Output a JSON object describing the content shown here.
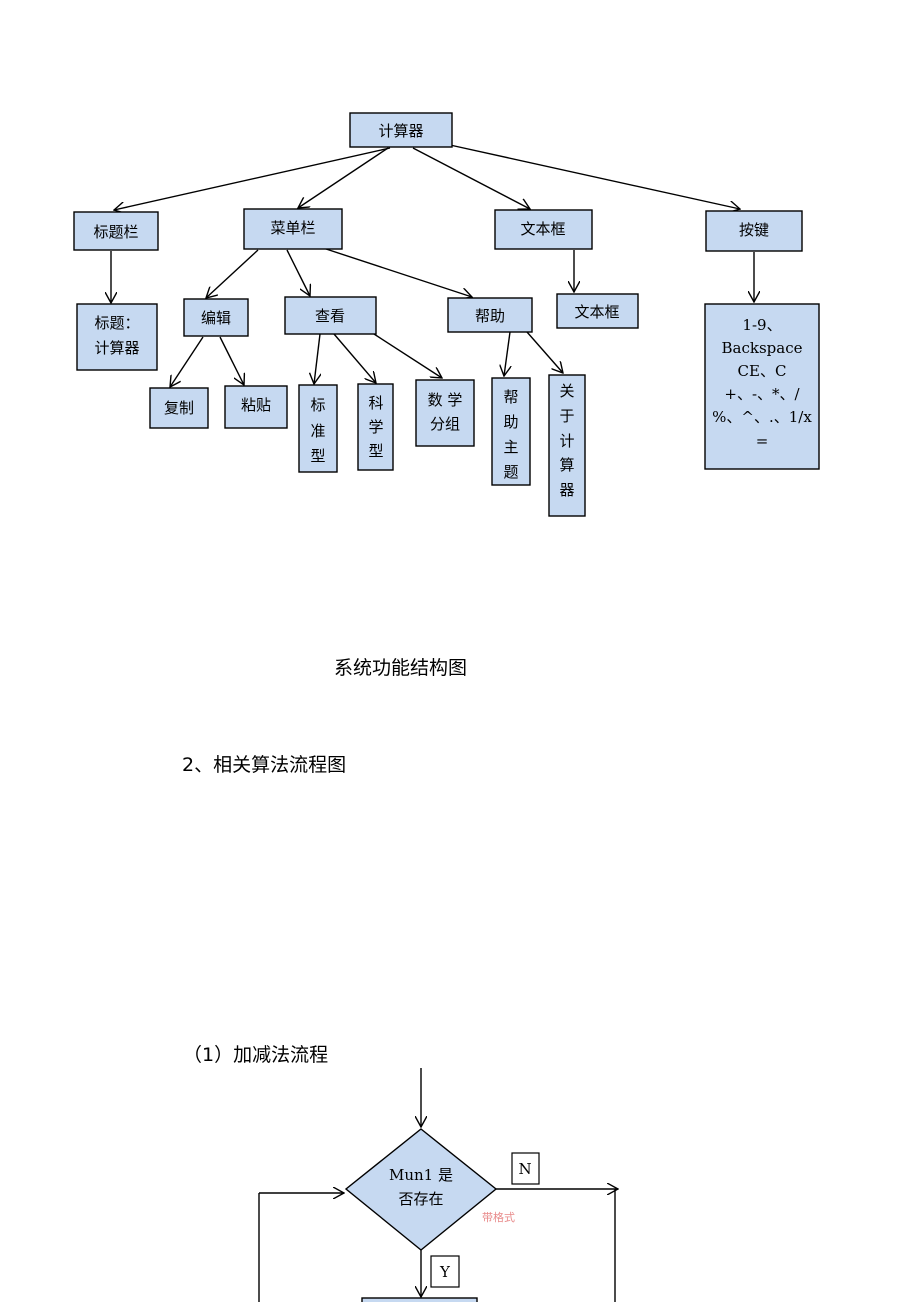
{
  "tree": {
    "root": "计算器",
    "title_bar": "标题栏",
    "title_bar_child": [
      "标题：",
      "计算器"
    ],
    "menu_bar": "菜单栏",
    "edit": "编辑",
    "copy": "复制",
    "paste": "粘贴",
    "view": "查看",
    "standard": [
      "标",
      "准",
      "型"
    ],
    "scientific": [
      "科",
      "学",
      "型"
    ],
    "digit_group": [
      "数 学",
      "分组"
    ],
    "help": "帮助",
    "help_topic": [
      "帮",
      "助",
      "主",
      "题"
    ],
    "about": [
      "关",
      "于",
      "计",
      "算",
      "器"
    ],
    "textbox": "文本框",
    "textbox_child": "文本框",
    "keys": "按键",
    "keys_child": [
      "1-9、",
      "Backspace",
      "CE、C",
      "+、-、*、/",
      "%、^、.、1/x",
      "="
    ]
  },
  "captions": {
    "structure": "系统功能结构图",
    "section": "2、相关算法流程图",
    "subsection": "（1）加减法流程"
  },
  "flow": {
    "decision": [
      "Mun1 是",
      "否存在"
    ],
    "no": "N",
    "yes": "Y",
    "note": "带格式"
  }
}
